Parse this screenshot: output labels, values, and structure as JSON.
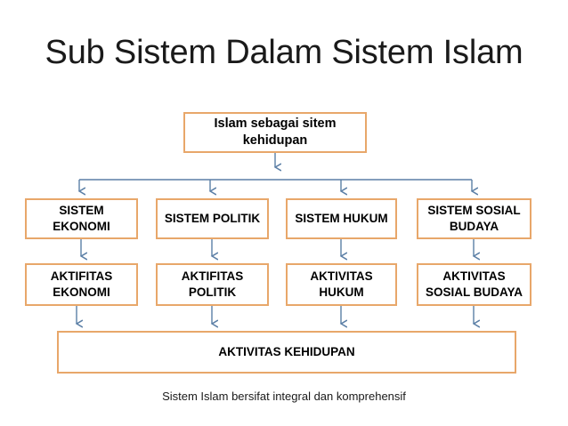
{
  "slide": {
    "title": "Sub Sistem Dalam Sistem Islam",
    "caption": "Sistem Islam bersifat integral dan komprehensif"
  },
  "colors": {
    "box_border": "#E8A76A",
    "connector": "#5B7FA6",
    "text": "#000000",
    "background": "#FFFFFF"
  },
  "diagram": {
    "type": "hierarchy-flowchart",
    "root": {
      "label": "Islam sebagai sitem kehidupan"
    },
    "systems": [
      {
        "label": "SISTEM EKONOMI"
      },
      {
        "label": "SISTEM POLITIK"
      },
      {
        "label": "SISTEM HUKUM"
      },
      {
        "label": "SISTEM SOSIAL BUDAYA"
      }
    ],
    "activities": [
      {
        "label": "AKTIFITAS EKONOMI"
      },
      {
        "label": "AKTIFITAS POLITIK"
      },
      {
        "label": "AKTIVITAS HUKUM"
      },
      {
        "label": "AKTIVITAS SOSIAL BUDAYA"
      }
    ],
    "summary": {
      "label": "AKTIVITAS KEHIDUPAN"
    }
  }
}
